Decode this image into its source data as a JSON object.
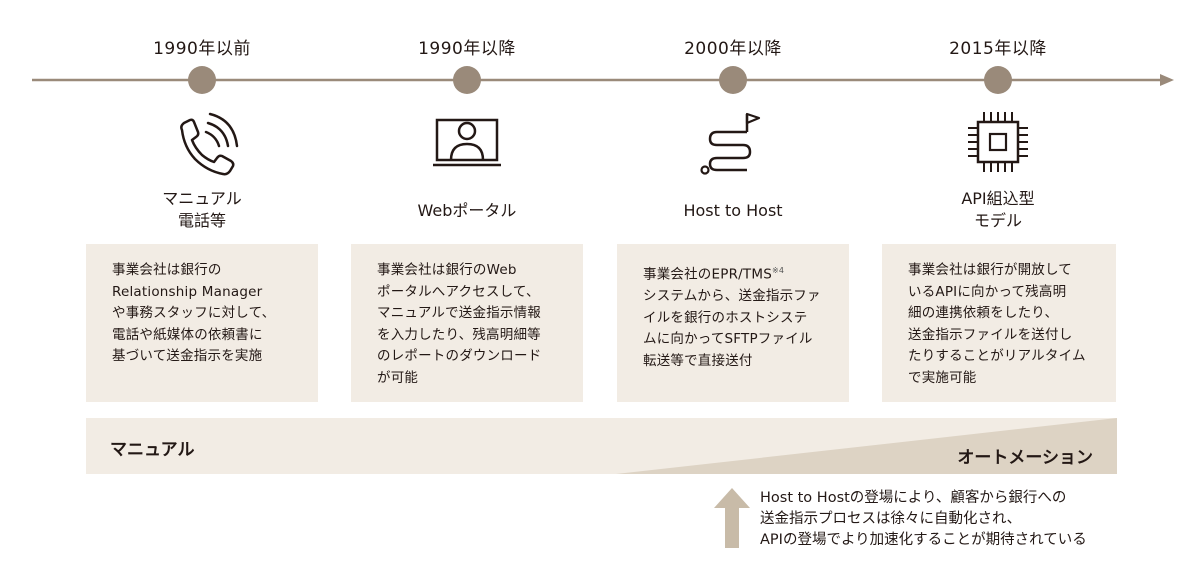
{
  "eras": [
    {
      "label": "1990年以前",
      "icon": "phone-icon",
      "title_lines": [
        "マニュアル",
        "電話等"
      ],
      "desc_lines": [
        "事業会社は銀行の",
        "Relationship Manager",
        "や事務スタッフに対して、",
        "電話や紙媒体の依頼書に",
        "基づいて送金指示を実施"
      ]
    },
    {
      "label": "1990年以降",
      "icon": "web-portal-icon",
      "title_lines": [
        "Webポータル"
      ],
      "desc_lines": [
        "事業会社は銀行のWeb",
        "ポータルへアクセスして、",
        "マニュアルで送金指示情報",
        "を入力したり、残高明細等",
        "のレポートのダウンロード",
        "が可能"
      ]
    },
    {
      "label": "2000年以降",
      "icon": "route-flag-icon",
      "title_lines": [
        "Host to Host"
      ],
      "desc_lines": [
        "事業会社のEPR/TMS",
        "システムから、送金指示ファ",
        "イルを銀行のホストシステ",
        "ムに向かってSFTPファイル",
        "転送等で直接送付"
      ],
      "desc_note": "※4"
    },
    {
      "label": "2015年以降",
      "icon": "chip-icon",
      "title_lines": [
        "API組込型",
        "モデル"
      ],
      "desc_lines": [
        "事業会社は銀行が開放して",
        "いるAPIに向かって残高明",
        "細の連携依頼をしたり、",
        "送金指示ファイルを送付し",
        "たりすることがリアルタイム",
        "で実施可能"
      ]
    }
  ],
  "band": {
    "left_label": "マニュアル",
    "right_label": "オートメーション"
  },
  "note_lines": [
    "Host to Hostの登場により、顧客から銀行への",
    "送金指示プロセスは徐々に自動化され、",
    "APIの登場でより加速化することが期待されている"
  ],
  "colors": {
    "line": "#9a8a7a",
    "box": "#f2ece4",
    "triangle": "#ddd3c4",
    "text": "#231815"
  }
}
